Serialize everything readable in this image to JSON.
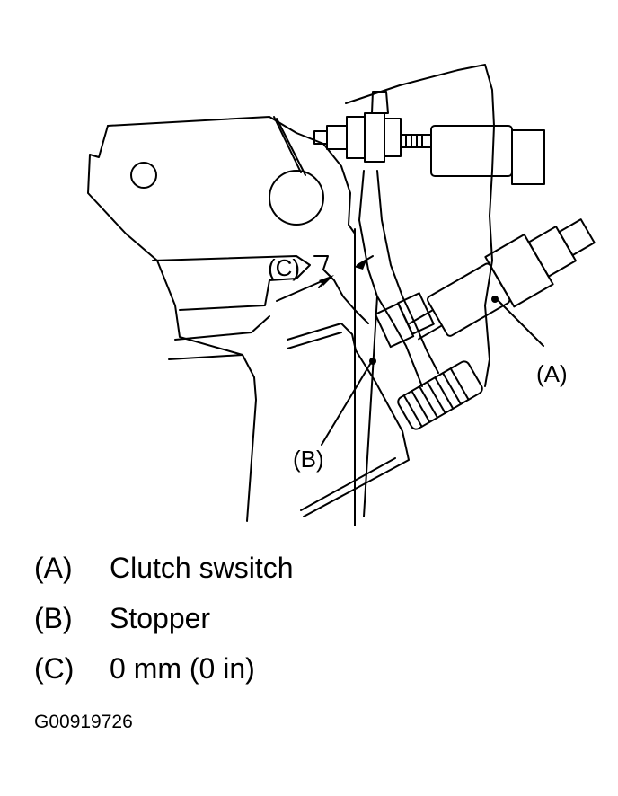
{
  "callouts": {
    "a": "(A)",
    "b": "(B)",
    "c": "(C)"
  },
  "legend": [
    {
      "key": "(A)",
      "description": "Clutch swsitch"
    },
    {
      "key": "(B)",
      "description": "Stopper"
    },
    {
      "key": "(C)",
      "description": "0 mm (0 in)"
    }
  ],
  "figure_id": "G00919726",
  "colors": {
    "ink": "#000000",
    "paper": "#ffffff"
  }
}
